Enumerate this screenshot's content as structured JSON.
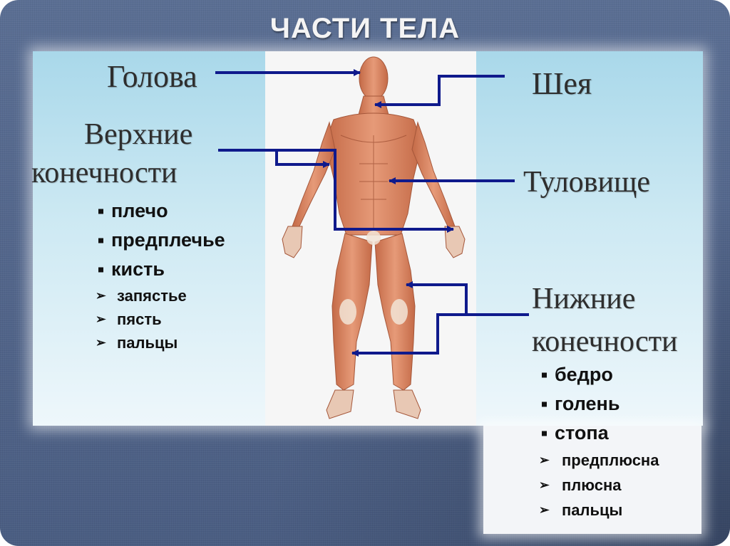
{
  "title": "ЧАСТИ ТЕЛА",
  "labels": {
    "head": "Голова",
    "neck": "Шея",
    "upper_limbs_1": "Верхние",
    "upper_limbs_2": "конечности",
    "torso": "Туловище",
    "lower_limbs_1": "Нижние",
    "lower_limbs_2": "конечности"
  },
  "upper_list": {
    "items": [
      {
        "text": "плечо",
        "bullet": "square"
      },
      {
        "text": "предплечье",
        "bullet": "square"
      },
      {
        "text": "кисть",
        "bullet": "square"
      },
      {
        "text": "запястье",
        "bullet": "arrow"
      },
      {
        "text": "пясть",
        "bullet": "arrow"
      },
      {
        "text": "пальцы",
        "bullet": "arrow"
      }
    ]
  },
  "lower_list": {
    "items": [
      {
        "text": "бедро",
        "bullet": "square"
      },
      {
        "text": "голень",
        "bullet": "square"
      },
      {
        "text": "стопа",
        "bullet": "square"
      },
      {
        "text": "предплюсна",
        "bullet": "arrow"
      },
      {
        "text": "плюсна",
        "bullet": "arrow"
      },
      {
        "text": "пальцы",
        "bullet": "arrow"
      }
    ]
  },
  "colors": {
    "arrow": "#0f1a8c",
    "muscle": "#d98a6a",
    "muscle_dark": "#b5603f",
    "tendon": "#f1e2d2"
  },
  "icons": {
    "figure": "human-muscle-figure-icon"
  }
}
